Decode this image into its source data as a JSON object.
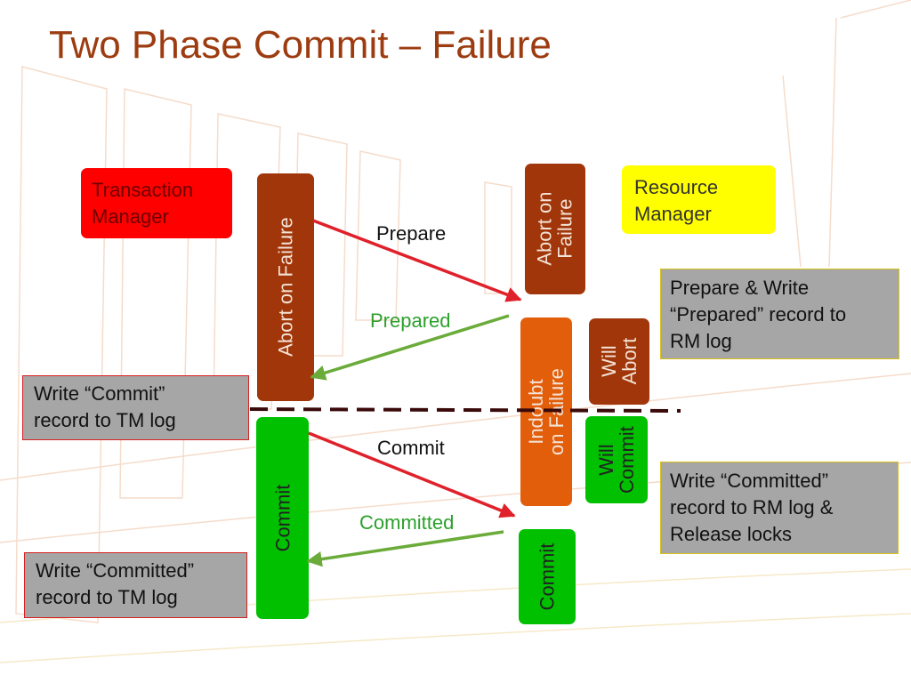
{
  "title": "Two Phase Commit – Failure",
  "actors": {
    "tm": "Transaction\nManager",
    "rm": "Resource\nManager"
  },
  "notes": {
    "rm_prepare": "Prepare & Write\n“Prepared” record to\nRM log",
    "tm_commit": "Write “Commit”\nrecord to TM log",
    "rm_committed": "Write “Committed”\nrecord to RM log &\nRelease locks",
    "tm_committed": "Write “Committed”\nrecord to TM log"
  },
  "bars": {
    "tm_abort": "Abort on Failure",
    "rm_abort": "Abort on\nFailure",
    "rm_indoubt": "Indoubt\non Failure",
    "rm_will_abort": "Will\nAbort",
    "rm_will_commit": "Will\nCommit",
    "tm_commit": "Commit",
    "rm_commit": "Commit"
  },
  "messages": {
    "prepare": "Prepare",
    "prepared": "Prepared",
    "commit": "Commit",
    "committed": "Committed"
  },
  "colors": {
    "title": "#9c3c10",
    "tm": "#ff0000",
    "rm": "#ffff00",
    "abort_bar": "#a0360a",
    "indoubt_bar": "#e35e0b",
    "commit_bar": "#00c000",
    "request_arrow": "#e0202a",
    "reply_arrow": "#6aab3a",
    "divider": "#3a0a0a"
  }
}
